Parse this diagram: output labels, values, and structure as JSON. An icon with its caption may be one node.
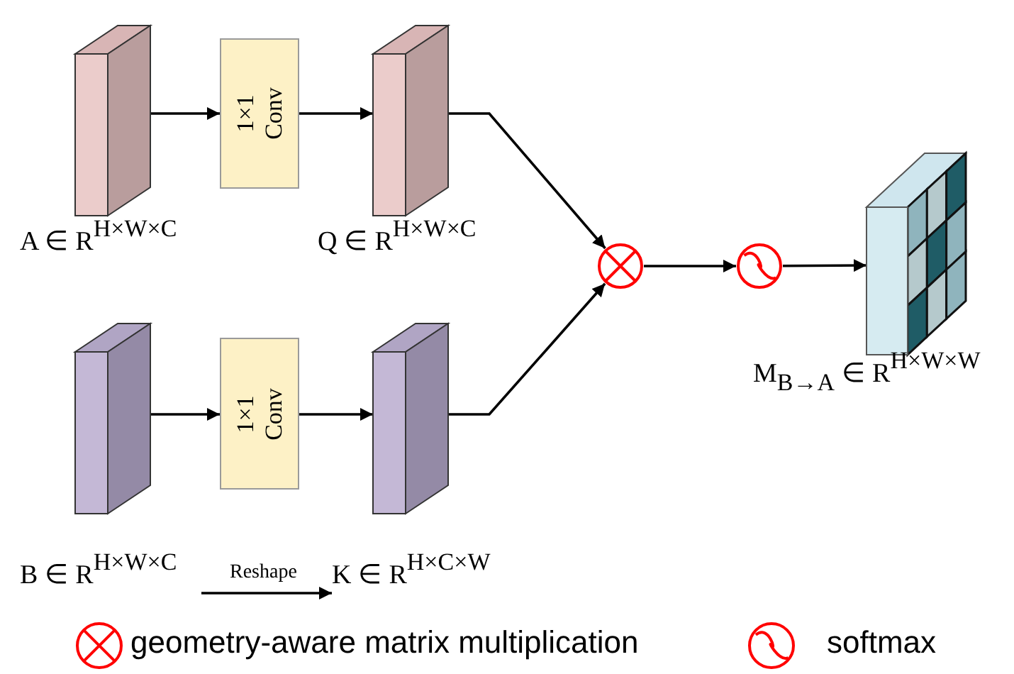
{
  "diagram": {
    "nodes": [
      {
        "text": [],
        "shape": "box",
        "beside": [
          "A ∈ R$^{H×W×C}$"
        ]
      },
      {
        "text": [
          "1×1 Conv"
        ]
      },
      {
        "text": [],
        "shape": "box",
        "beside": [
          "Q ∈ R$^{H×W×C}$"
        ]
      },
      {
        "text": [],
        "shape": "circle"
      },
      {
        "text": [],
        "shape": "circle"
      },
      {
        "text": [],
        "shape": "box",
        "beside": [
          "M$_{B→A}$ ∈ R$^{H×W×W}$"
        ]
      },
      {
        "text": [],
        "shape": "box"
      },
      {
        "text": [
          "1×1 Conv"
        ]
      },
      {
        "text": [],
        "shape": "box"
      },
      {
        "text": [
          "B ∈ R$^{H×W×C}$"
        ]
      },
      {
        "text": [
          "K ∈ R$^{H×C×W}$"
        ]
      }
    ],
    "edges": [
      {
        "from": 0,
        "to": 1,
        "arrow": "to"
      },
      {
        "from": 1,
        "to": 2,
        "arrow": "to"
      },
      {
        "from": 2,
        "to": 3,
        "arrow": "to"
      },
      {
        "from": 3,
        "to": 4,
        "arrow": "to"
      },
      {
        "from": 4,
        "to": 5,
        "arrow": "to"
      },
      {
        "from": 6,
        "to": 7,
        "arrow": "to"
      },
      {
        "from": 7,
        "to": 8,
        "arrow": "to"
      },
      {
        "from": 8,
        "to": 3,
        "arrow": "to"
      },
      {
        "from": 9,
        "to": 10,
        "arrow": "to",
        "label": "Reshape"
      }
    ],
    "legend": [
      {
        "text": "geometry-aware matrix multiplication"
      },
      {
        "text": "softmax"
      }
    ]
  }
}
